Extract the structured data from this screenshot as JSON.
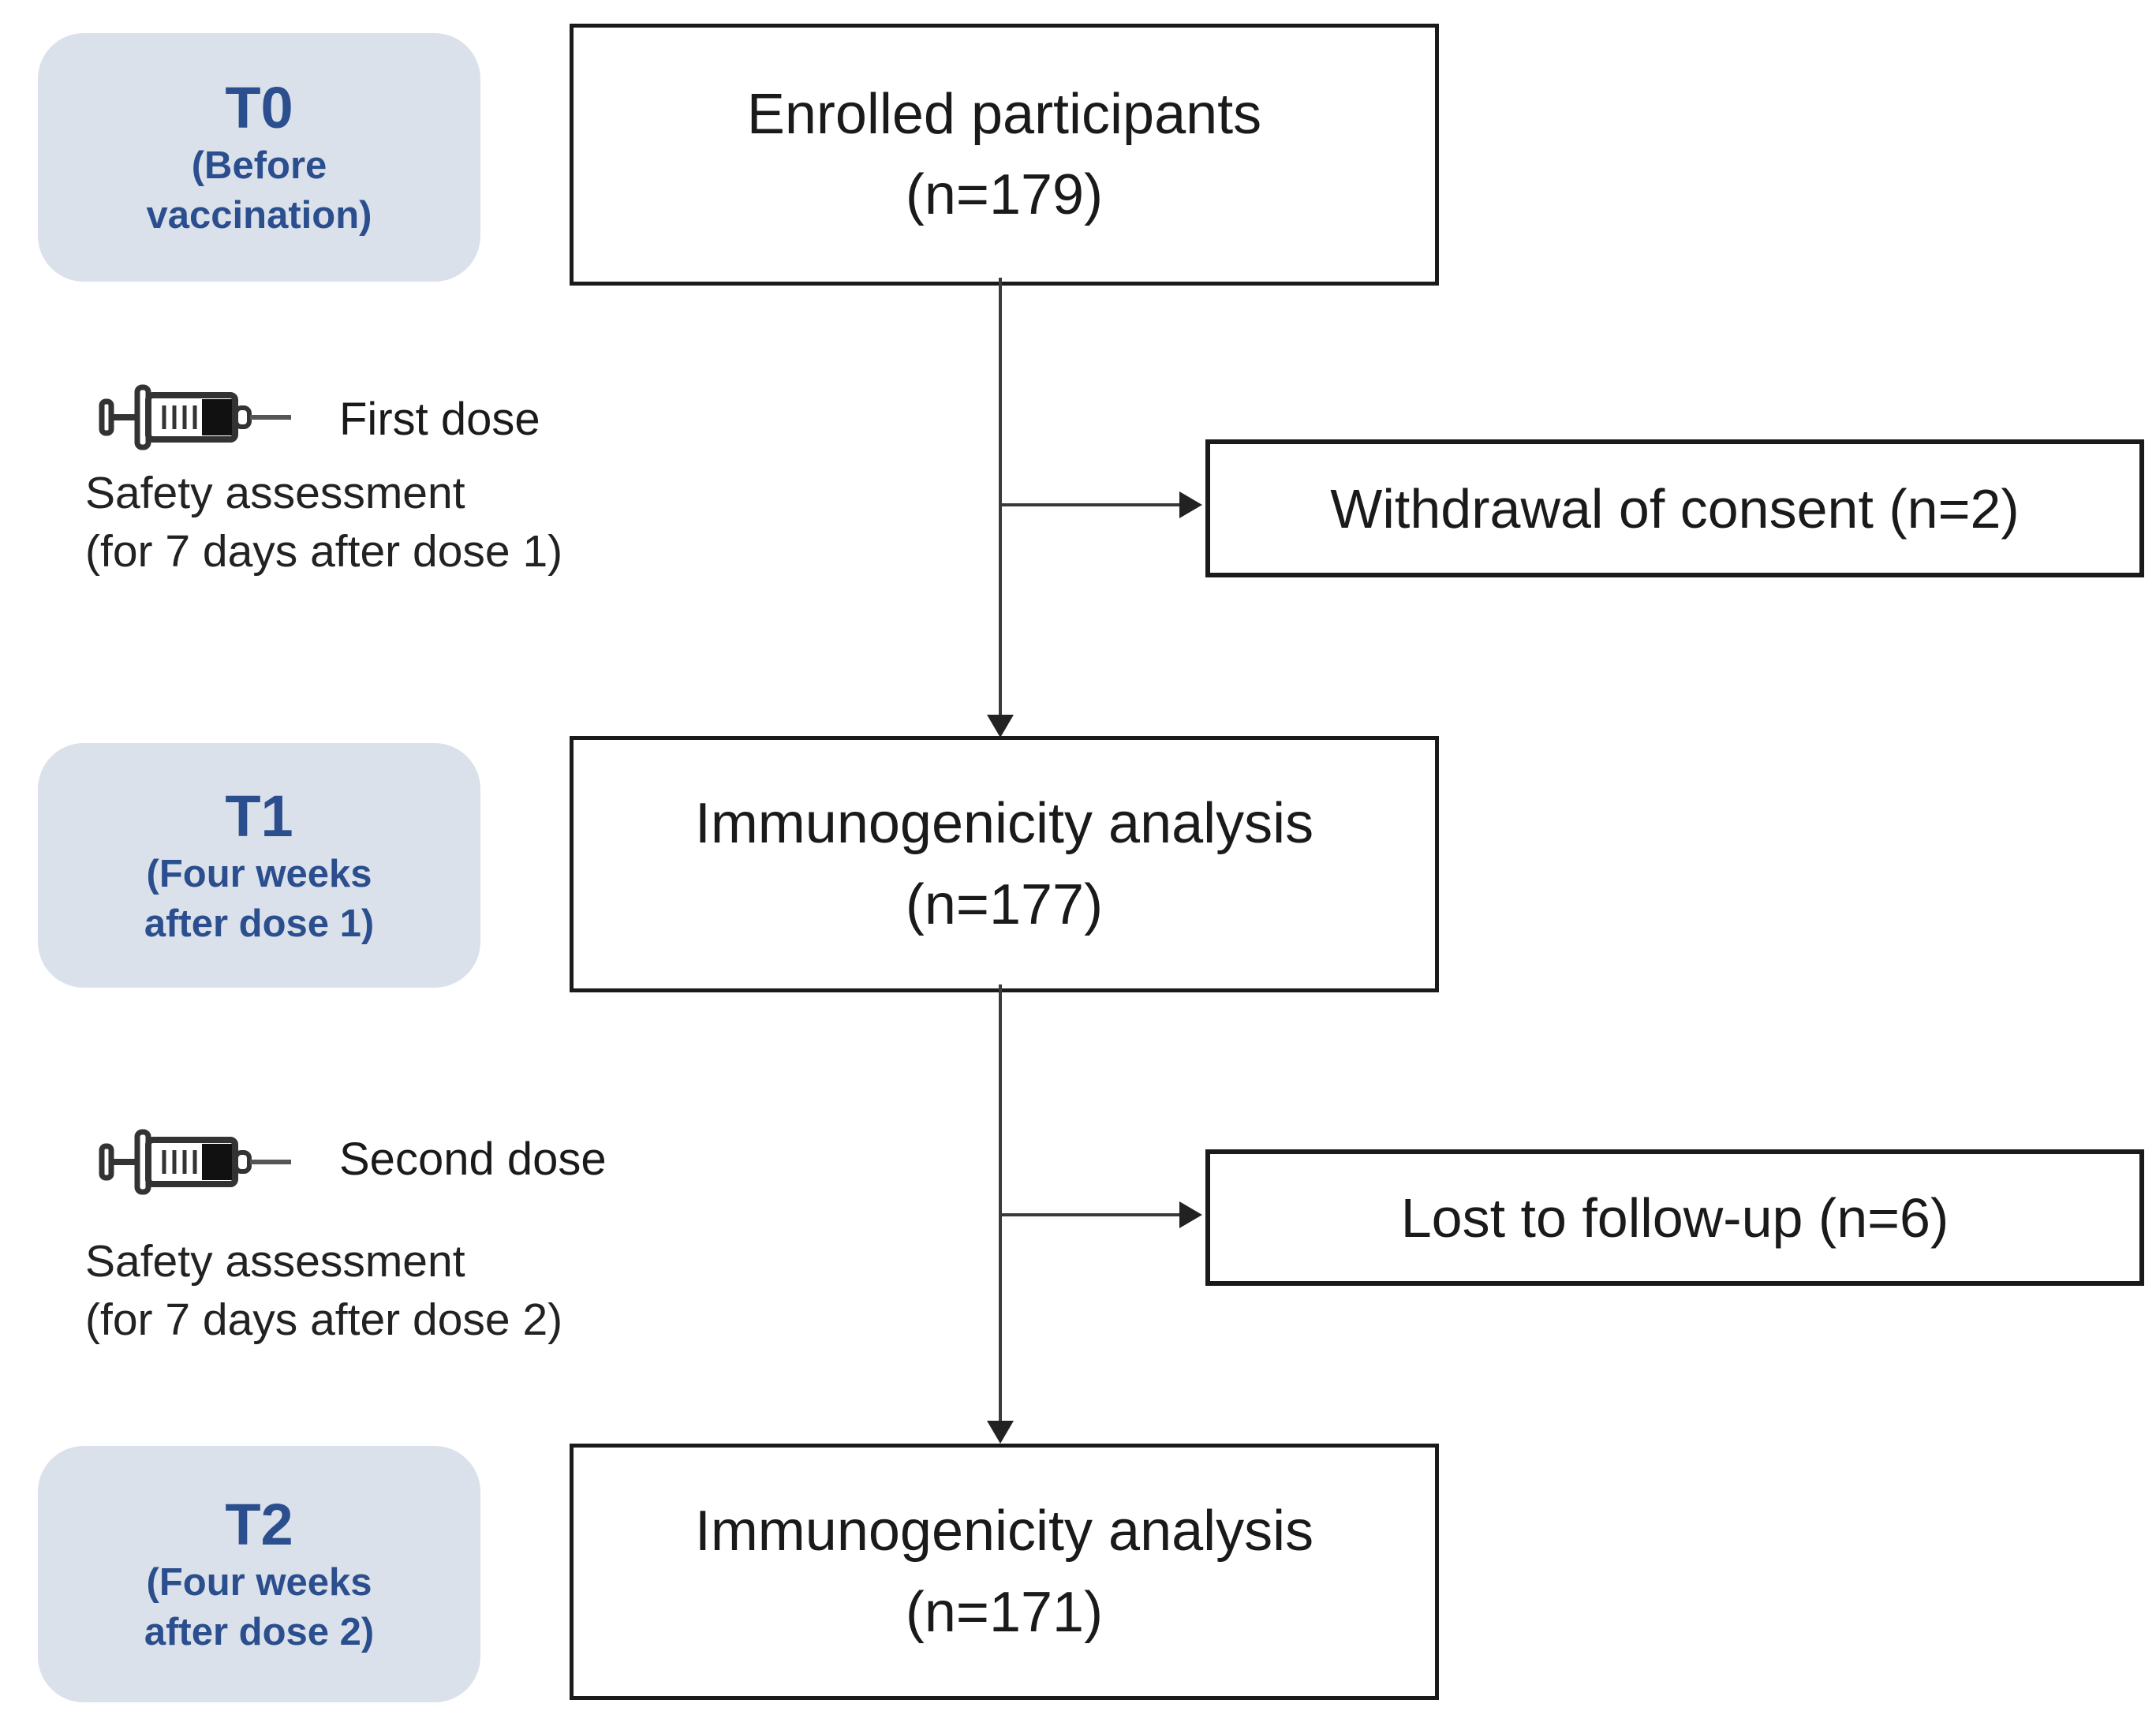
{
  "diagram": {
    "timepoints": [
      {
        "label": "T0",
        "sublabel": "(Before vaccination)"
      },
      {
        "label": "T1",
        "sublabel": "(Four weeks after dose 1)"
      },
      {
        "label": "T2",
        "sublabel": "(Four weeks after dose 2)"
      }
    ],
    "main_boxes": [
      {
        "title": "Enrolled participants",
        "n": "(n=179)"
      },
      {
        "title": "Immunogenicity analysis",
        "n": "(n=177)"
      },
      {
        "title": "Immunogenicity analysis",
        "n": "(n=171)"
      }
    ],
    "side_boxes": [
      {
        "label": "Withdrawal of consent (n=2)"
      },
      {
        "label": "Lost to follow-up (n=6)"
      }
    ],
    "annotations": [
      {
        "dose_label": "First dose",
        "safety_line1": "Safety assessment",
        "safety_line2": "(for 7 days after dose 1)"
      },
      {
        "dose_label": "Second dose",
        "safety_line1": "Safety assessment",
        "safety_line2": "(for 7 days after dose 2)"
      }
    ],
    "icons": [
      "syringe-icon",
      "syringe-icon"
    ],
    "colors": {
      "timepoint_bg": "#dbe1ea",
      "timepoint_text": "#2b4f8e",
      "box_border": "#1a1a1a",
      "box_text": "#1a1a1a",
      "arrow": "#3a3a3a",
      "background": "#ffffff"
    }
  }
}
